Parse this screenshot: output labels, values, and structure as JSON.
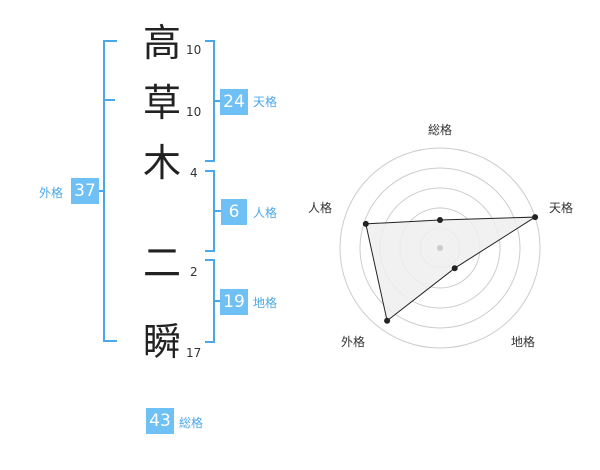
{
  "name": {
    "chars": [
      {
        "char": "高",
        "strokes": "10"
      },
      {
        "char": "草",
        "strokes": "10"
      },
      {
        "char": "木",
        "strokes": "4"
      },
      {
        "char": "二",
        "strokes": "2"
      },
      {
        "char": "瞬",
        "strokes": "17"
      }
    ]
  },
  "kaku": {
    "tenkaku": {
      "value": "24",
      "label": "天格"
    },
    "jinkaku": {
      "value": "6",
      "label": "人格"
    },
    "chikaku": {
      "value": "19",
      "label": "地格"
    },
    "gaikaku": {
      "value": "37",
      "label": "外格"
    },
    "soukaku": {
      "value": "43",
      "label": "総格"
    }
  },
  "radar": {
    "axes": [
      "総格",
      "天格",
      "地格",
      "外格",
      "人格"
    ],
    "values": [
      0.28,
      1.0,
      0.25,
      0.9,
      0.78
    ],
    "max": 1,
    "rings": 5,
    "fill_color": "#eeeeee",
    "line_color": "#222222",
    "grid_color": "#cccccc"
  }
}
